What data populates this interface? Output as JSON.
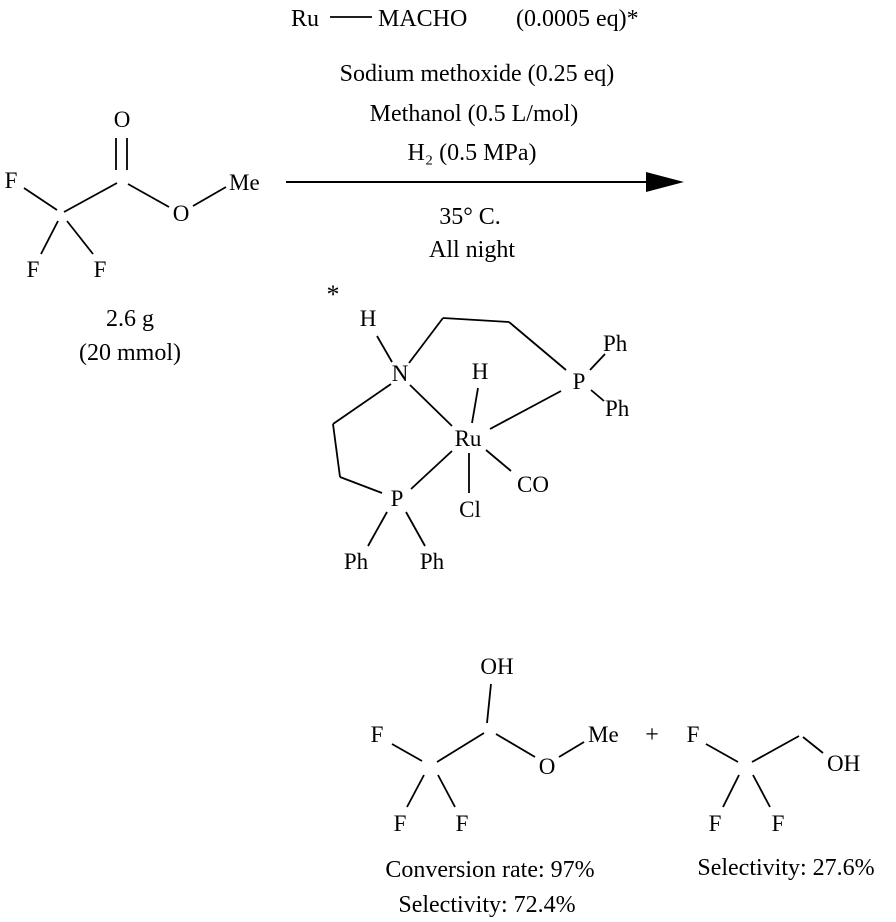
{
  "colors": {
    "ink": "#000000",
    "background": "#ffffff"
  },
  "conditions": {
    "catalyst_label": {
      "metal": "Ru",
      "name": "MACHO",
      "loading": "(0.0005 eq)*"
    },
    "above": [
      "Sodium methoxide (0.25 eq)",
      "Methanol (0.5 L/mol)",
      "H₂ (0.5 MPa)"
    ],
    "below": [
      "35° C.",
      "All night"
    ]
  },
  "substrate": {
    "atoms": {
      "carbonyl_o": "O",
      "f_left": "F",
      "f_bottom_left": "F",
      "f_bottom_right": "F",
      "ester_o": "O",
      "methyl": "Me"
    },
    "mass": "2.6 g",
    "amount": "(20 mmol)"
  },
  "catalyst": {
    "marker": "*",
    "atoms": {
      "amine_h": "H",
      "nitrogen": "N",
      "hydride_h": "H",
      "ruthenium": "Ru",
      "p_right": "P",
      "ph_right_top": "Ph",
      "ph_right_bottom": "Ph",
      "carbonyl_ligand": "CO",
      "chloride": "Cl",
      "p_bottom": "P",
      "ph_bottom_left": "Ph",
      "ph_bottom_right": "Ph"
    }
  },
  "products": {
    "plus": "+",
    "major": {
      "atoms": {
        "oh": "OH",
        "f_left": "F",
        "f_bottom_left": "F",
        "f_bottom_right": "F",
        "ester_o": "O",
        "methyl": "Me"
      },
      "conversion": "Conversion rate: 97%",
      "selectivity": "Selectivity: 72.4%"
    },
    "minor": {
      "atoms": {
        "f_left": "F",
        "f_bottom_left": "F",
        "f_bottom_right": "F",
        "oh": "OH"
      },
      "selectivity": "Selectivity: 27.6%"
    }
  }
}
